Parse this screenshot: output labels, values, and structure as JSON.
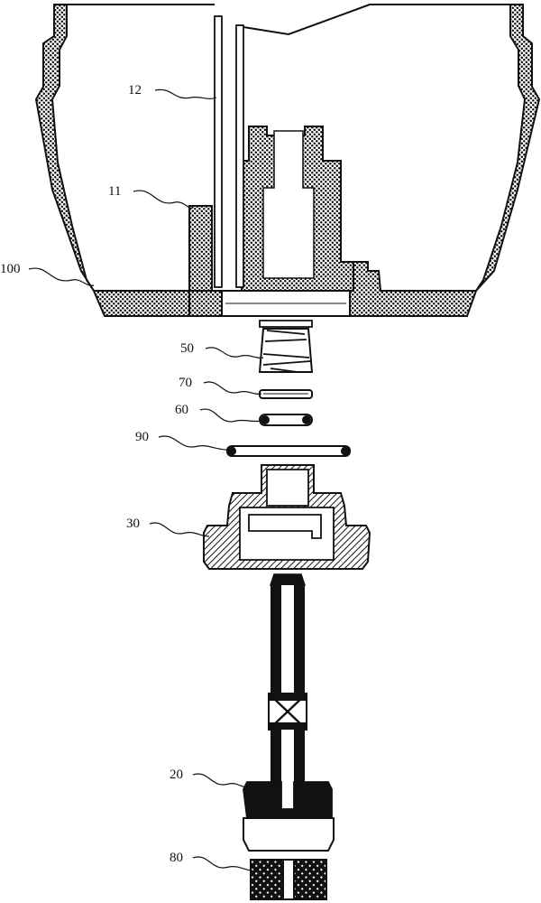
{
  "labels": {
    "l12": "12",
    "l11": "11",
    "l100": "100",
    "l50": "50",
    "l70": "70",
    "l60": "60",
    "l90": "90",
    "l30": "30",
    "l20": "20",
    "l80": "80"
  },
  "colors": {
    "ink": "#111111",
    "paper": "#ffffff"
  }
}
